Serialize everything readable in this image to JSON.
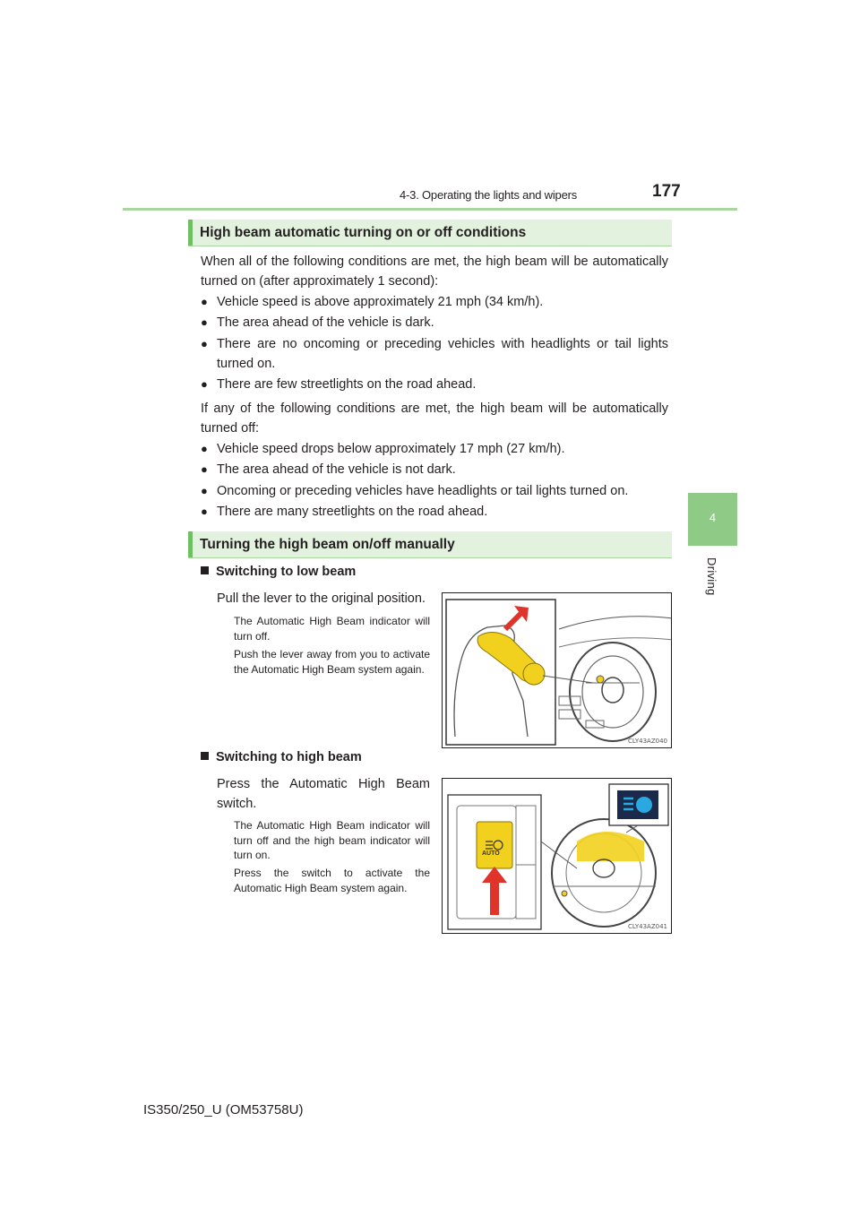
{
  "header": {
    "section": "4-3. Operating the lights and wipers",
    "page_number": "177"
  },
  "side_tab": {
    "chapter_number": "4",
    "chapter_label": "Driving"
  },
  "section1": {
    "heading": "High beam automatic turning on or off conditions",
    "intro_on": "When all of the following conditions are met, the high beam will be automatically turned on (after approximately 1 second):",
    "on_conditions": [
      "Vehicle speed is above approximately 21 mph (34 km/h).",
      "The area ahead of the vehicle is dark.",
      "There are no oncoming or preceding vehicles with headlights or tail lights turned on.",
      "There are few streetlights on the road ahead."
    ],
    "intro_off": "If any of the following conditions are met, the high beam will be automatically turned off:",
    "off_conditions": [
      "Vehicle speed drops below approximately 17 mph (27 km/h).",
      "The area ahead of the vehicle is not dark.",
      "Oncoming or preceding vehicles have headlights or tail lights turned on.",
      "There are many streetlights on the road ahead."
    ]
  },
  "section2": {
    "heading": "Turning the high beam on/off manually",
    "low": {
      "title": "Switching to low beam",
      "instruction": "Pull the lever to the original position.",
      "note1": "The Automatic High Beam indicator will turn off.",
      "note2": "Push the lever away from you to activate the Automatic High Beam system again.",
      "figure_code": "CLY43AZ040"
    },
    "high": {
      "title": "Switching to high beam",
      "instruction": "Press the Automatic High Beam switch.",
      "note1": "The Automatic High Beam indicator will turn off and the high beam indicator will turn on.",
      "note2": "Press the switch to activate the Automatic High Beam system again.",
      "figure_code": "CLY43AZ041",
      "switch_label": "AUTO"
    }
  },
  "footer": {
    "model": "IS350/250_U (OM53758U)"
  },
  "bullet_glyph": "●",
  "colors": {
    "accent_green": "#8fcb87",
    "heading_bg": "#e3f1df",
    "highlight_yellow": "#f2d01e",
    "arrow_red": "#e0342b"
  }
}
